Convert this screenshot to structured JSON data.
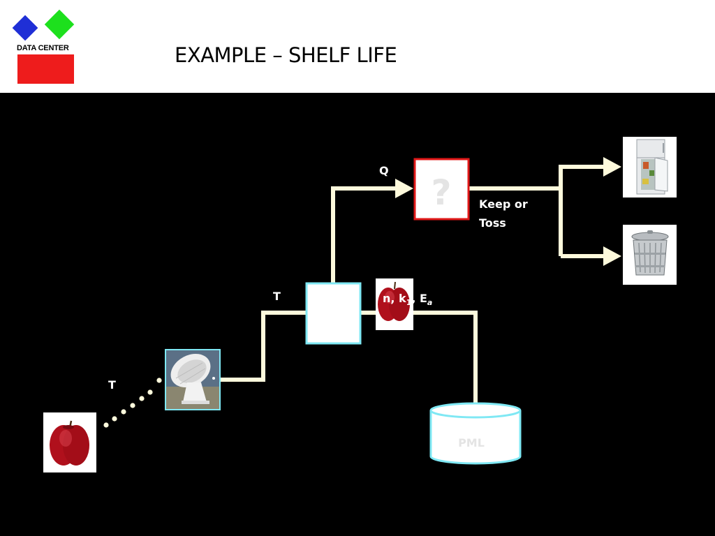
{
  "header": {
    "logo_text": "DATA CENTER",
    "title": "EXAMPLE – SHELF LIFE"
  },
  "diagram": {
    "labels": {
      "sensor_to_apple": "T",
      "sensor_to_processor": "T",
      "to_decision": "Q",
      "params_n": "n, k",
      "params_sub1": "1",
      "params_comma": ", E",
      "params_suba": "a",
      "decision_symbol": "?",
      "decision_output_line1": "Keep or",
      "decision_output_line2": "Toss",
      "database": "PML"
    },
    "icons": {
      "apple": "apple-icon",
      "satellite": "satellite-dish-icon",
      "refrigerator": "refrigerator-icon",
      "trash": "trash-can-icon",
      "database": "database-cylinder-icon"
    }
  },
  "colors": {
    "background": "#000000",
    "connector": "#fefadc",
    "box_border": "#7fe8f4",
    "decision_border": "#e01818",
    "logo_blue": "#1f2fd6",
    "logo_green": "#1de01d",
    "logo_red": "#ee1c1c"
  }
}
